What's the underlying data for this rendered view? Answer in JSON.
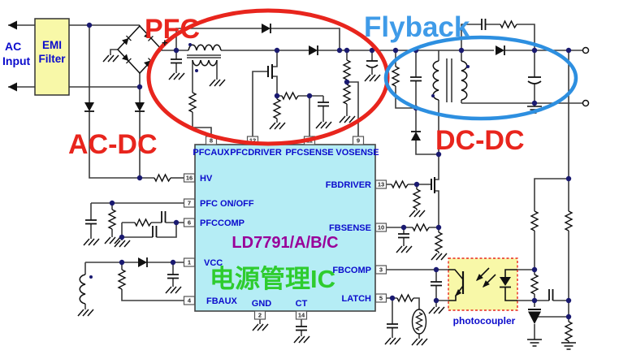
{
  "annotations": {
    "pfc": "PFC",
    "flyback": "Flyback",
    "acdc": "AC-DC",
    "dcdc": "DC-DC",
    "photocoupler": "photocoupler",
    "plus_sign": "+"
  },
  "input": {
    "ac_line1": "AC",
    "ac_line2": "Input",
    "emi_line1": "EMI",
    "emi_line2": "Filter"
  },
  "ic": {
    "part_number": "LD7791/A/B/C",
    "subtitle": "电源管理IC",
    "pins": {
      "top": [
        {
          "num": "8",
          "label": "PFCAUX"
        },
        {
          "num": "12",
          "label": "PFCDRIVER"
        },
        {
          "num": "11",
          "label": "PFCSENSE"
        },
        {
          "num": "9",
          "label": "VOSENSE"
        }
      ],
      "left": [
        {
          "num": "16",
          "label": "HV"
        },
        {
          "num": "7",
          "label": "PFC ON/OFF"
        },
        {
          "num": "6",
          "label": "PFCCOMP"
        },
        {
          "num": "1",
          "label": "VCC"
        },
        {
          "num": "4",
          "label": "FBAUX"
        }
      ],
      "right": [
        {
          "num": "13",
          "label": "FBDRIVER"
        },
        {
          "num": "10",
          "label": "FBSENSE"
        },
        {
          "num": "3",
          "label": "FBCOMP"
        },
        {
          "num": "5",
          "label": "LATCH"
        }
      ],
      "bottom": [
        {
          "num": "2",
          "label": "GND"
        },
        {
          "num": "14",
          "label": "CT"
        }
      ]
    }
  },
  "colors": {
    "red_annotation": "#e8251d",
    "blue_annotation": "#3f9be8",
    "blue_ellipse": "#2d8fe0",
    "ic_fill": "#b5edf5",
    "yellow_box": "#f8f8a8",
    "pin_label_blue": "#0b0bcc",
    "part_purple": "#990099",
    "subtitle_green": "#2ecc2e",
    "junction_navy": "#191970",
    "wire": "#3c3c3c"
  }
}
